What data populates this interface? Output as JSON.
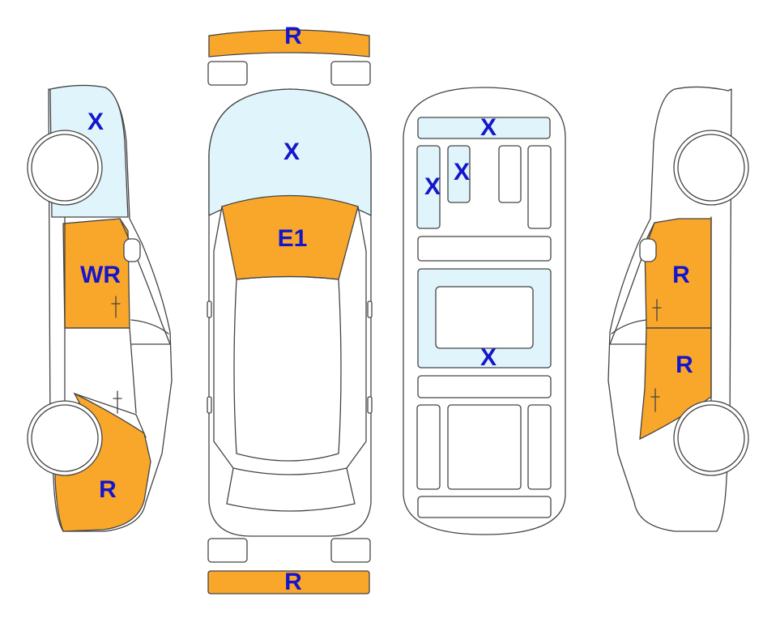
{
  "colors": {
    "orange": "#f9a72b",
    "blue": "#dff4fb",
    "label": "#1515cc"
  },
  "panels": {
    "front_bumper": {
      "status": "orange",
      "label": "R"
    },
    "rear_bumper": {
      "status": "orange",
      "label": "R"
    },
    "hood": {
      "status": "blue",
      "label": "X"
    },
    "windshield": {
      "status": "orange",
      "label": "E1"
    },
    "left_fender_front": {
      "status": "blue",
      "label": "X"
    },
    "left_front_door": {
      "status": "orange",
      "label": "WR"
    },
    "left_rear_quarter": {
      "status": "orange",
      "label": "R"
    },
    "right_front_door": {
      "status": "orange",
      "label": "R"
    },
    "right_rear_door": {
      "status": "orange",
      "label": "R"
    },
    "frame_front_cross": {
      "status": "blue",
      "label": "X"
    },
    "frame_left_rail": {
      "status": "blue",
      "label": "X"
    },
    "frame_inner_left": {
      "status": "blue",
      "label": "X"
    },
    "frame_floor": {
      "status": "blue",
      "label": "X"
    }
  }
}
